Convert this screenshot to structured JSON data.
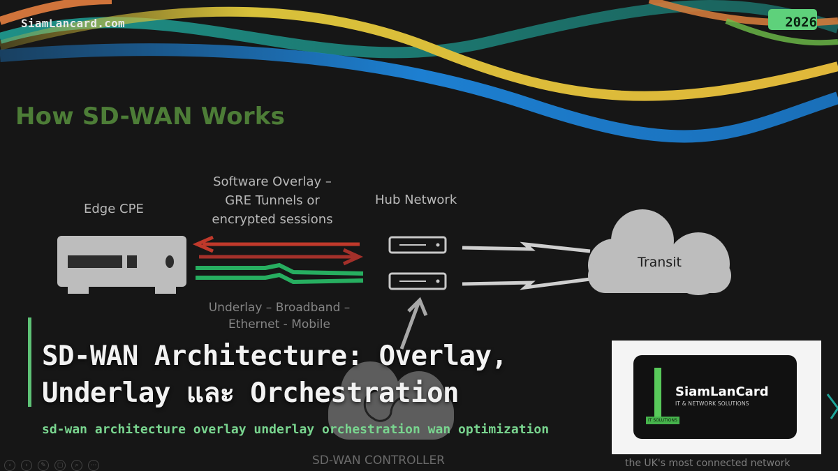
{
  "site_name": "SiamLancard.com",
  "year_badge": "2026",
  "slide": {
    "title": "How SD-WAN Works",
    "labels": {
      "edge_cpe": "Edge CPE",
      "overlay": [
        "Software Overlay –",
        "GRE Tunnels or",
        "encrypted sessions"
      ],
      "hub_network": "Hub Network",
      "transit": "Transit",
      "underlay": [
        "Underlay – Broadband –",
        "Ethernet - Mobile"
      ],
      "controller": "SD-WAN CONTROLLER",
      "footer_tagline": "the UK's most connected network"
    }
  },
  "headline": {
    "line1": "SD-WAN Architecture: Overlay,",
    "line2": "Underlay และ Orchestration"
  },
  "tags": "sd-wan architecture overlay underlay orchestration wan optimization",
  "logo": {
    "name": "SiamLanCard",
    "subtitle": "IT & NETWORK SOLUTIONS",
    "badge": "IT SOLUTIONS"
  },
  "colors": {
    "accent_green": "#5ec276",
    "title_green": "#4d7d37",
    "overlay_red": "#c0392b",
    "underlay_green": "#27ae60",
    "ribbon_blue": "#1d7fd1",
    "ribbon_yellow": "#d8c13a",
    "ribbon_teal": "#1fa59a"
  }
}
